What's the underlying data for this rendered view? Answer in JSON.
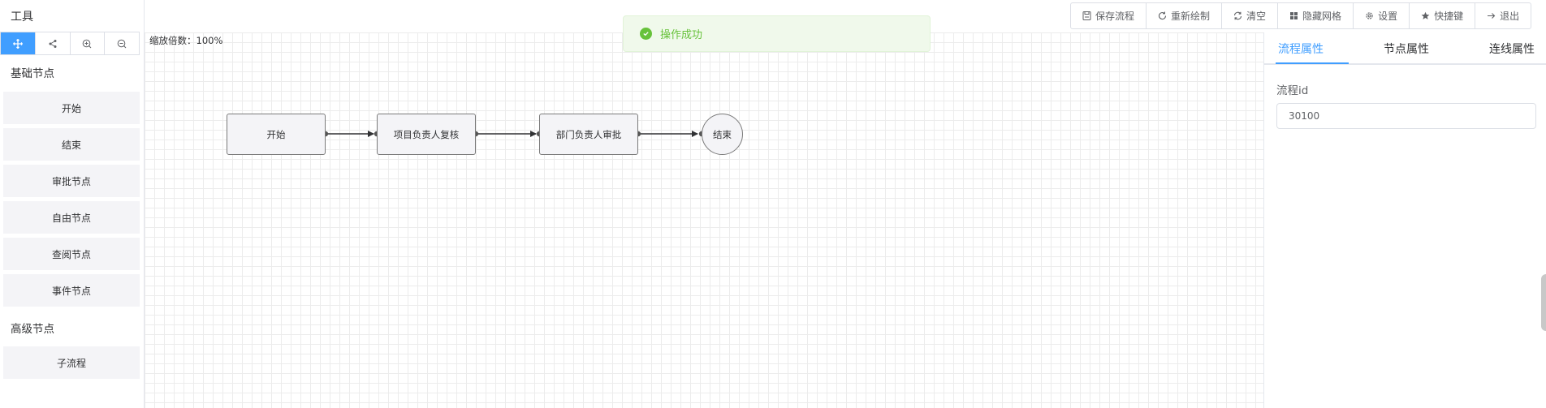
{
  "toolbox": {
    "title": "工具",
    "tools": [
      {
        "name": "move-tool",
        "icon": "move-icon"
      },
      {
        "name": "connect-tool",
        "icon": "share-icon"
      },
      {
        "name": "zoom-in-tool",
        "icon": "zoom-in-icon"
      },
      {
        "name": "zoom-out-tool",
        "icon": "zoom-out-icon"
      }
    ],
    "basic_group": "基础节点",
    "basic_nodes": [
      "开始",
      "结束",
      "审批节点",
      "自由节点",
      "查阅节点",
      "事件节点"
    ],
    "advanced_group": "高级节点",
    "advanced_nodes": [
      "子流程"
    ]
  },
  "canvas": {
    "zoom_label": "缩放倍数：100%",
    "nodes": [
      "开始",
      "项目负责人复核",
      "部门负责人审批",
      "结束"
    ]
  },
  "toast": {
    "message": "操作成功",
    "color": "#67c23a"
  },
  "toolbar": {
    "save": "保存流程",
    "redraw": "重新绘制",
    "clear": "清空",
    "hide_grid": "隐藏网格",
    "settings": "设置",
    "shortcuts": "快捷键",
    "exit": "退出"
  },
  "properties": {
    "tabs": [
      "流程属性",
      "节点属性",
      "连线属性"
    ],
    "active_tab": "流程属性",
    "field_label": "流程id",
    "field_value": "30100"
  },
  "colors": {
    "accent": "#409eff",
    "success": "#67c23a"
  }
}
